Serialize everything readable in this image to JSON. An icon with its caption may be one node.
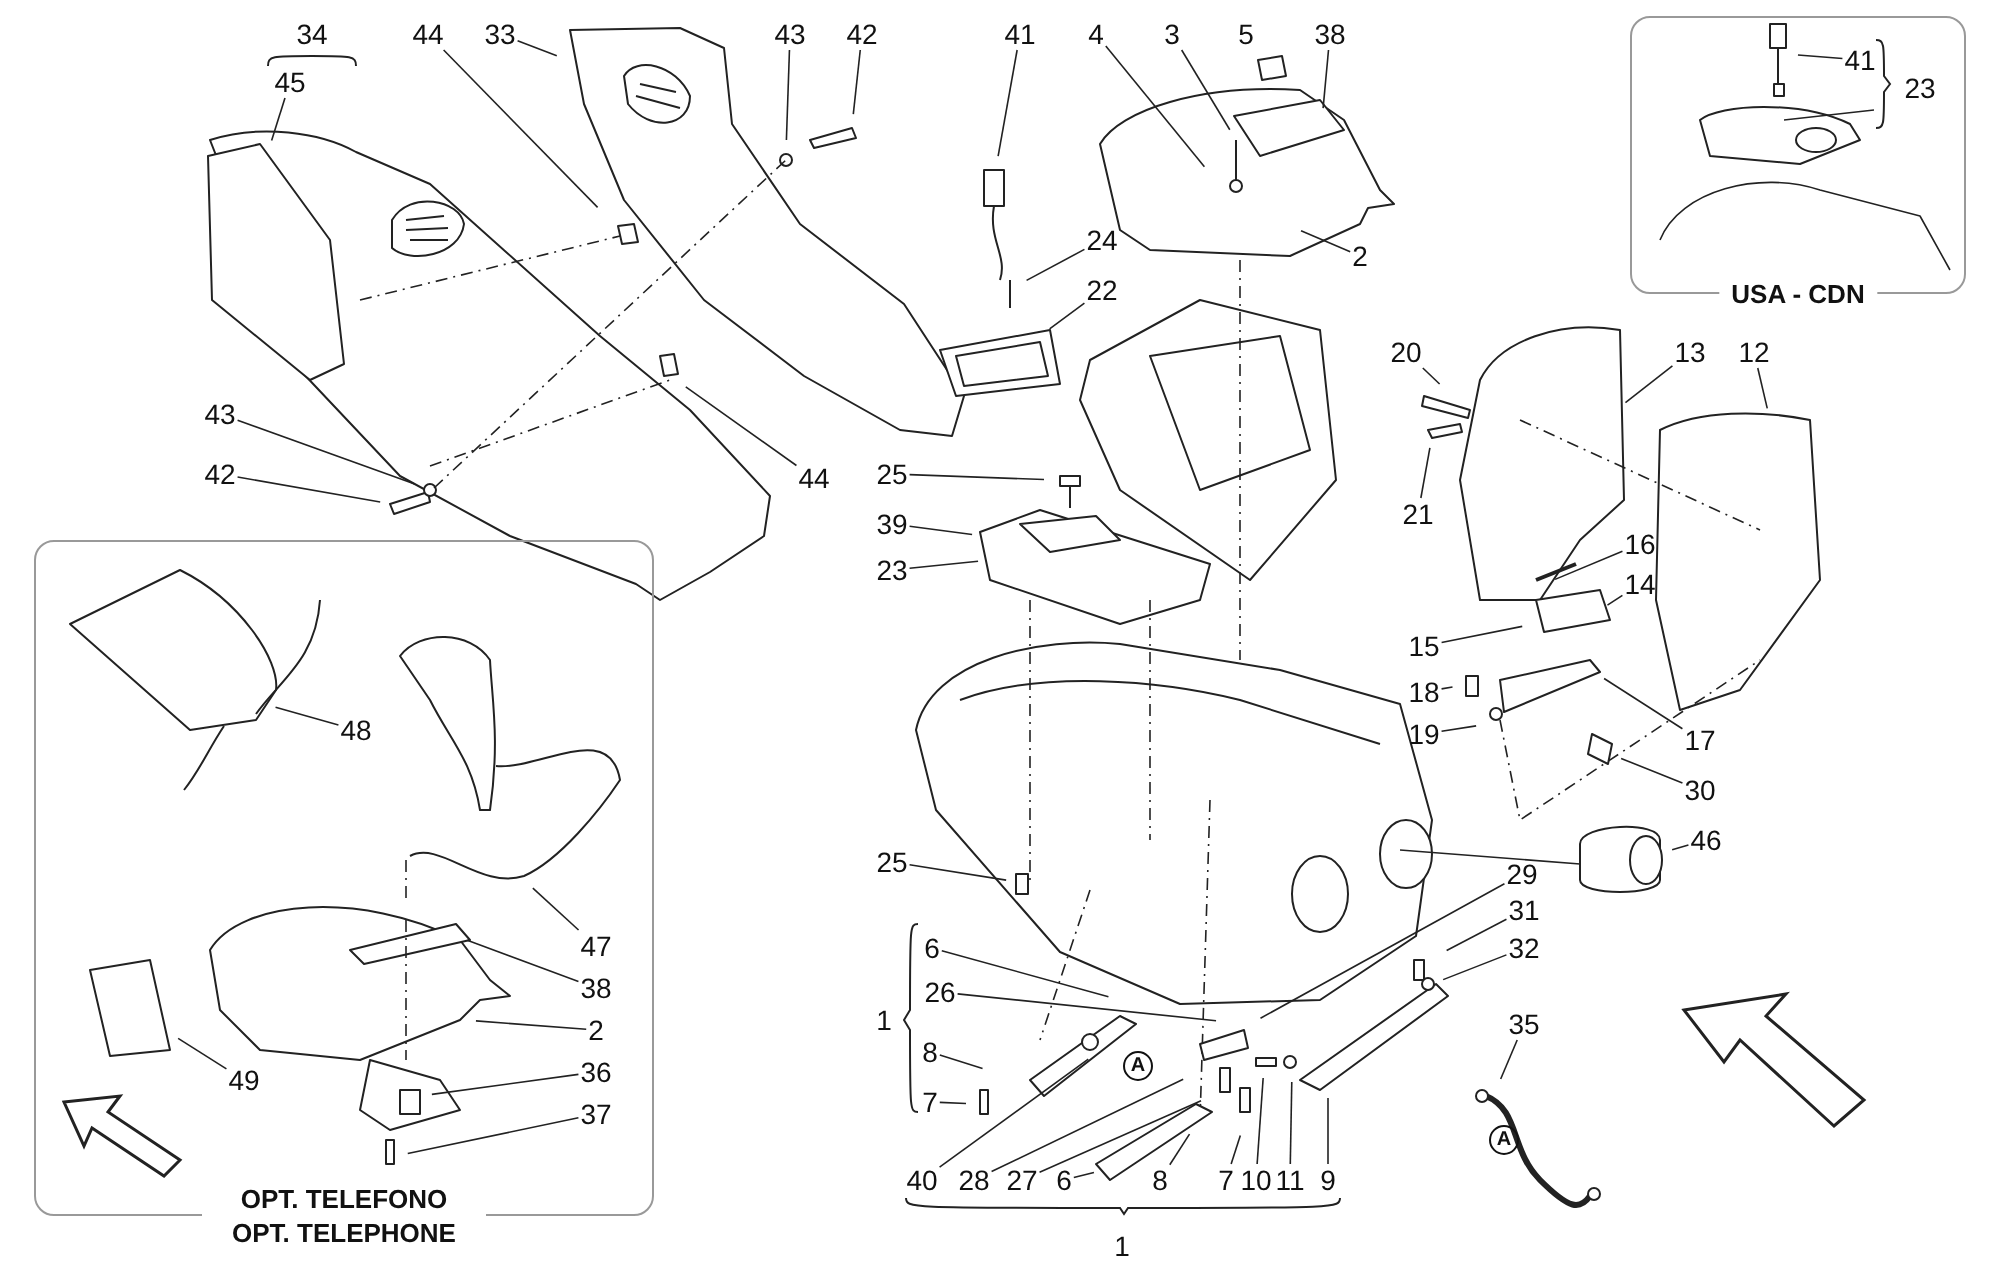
{
  "diagram": {
    "nodes": [
      {
        "text": [
          "OPT. TELEFONO OPT. TELEPHONE"
        ]
      },
      {
        "text": [
          "USA - CDN"
        ]
      },
      {
        "text": [
          "45"
        ]
      },
      {
        "text": [
          "44"
        ]
      },
      {
        "text": [
          "33"
        ]
      },
      {
        "text": [
          "43"
        ]
      },
      {
        "text": [
          "42"
        ]
      },
      {
        "text": [
          "41"
        ]
      },
      {
        "text": [
          "4"
        ]
      },
      {
        "text": [
          "3"
        ]
      },
      {
        "text": [
          "5"
        ]
      },
      {
        "text": [
          "38"
        ]
      },
      {
        "text": [
          "2"
        ]
      },
      {
        "text": [
          "24"
        ]
      },
      {
        "text": [
          "22"
        ]
      },
      {
        "text": [
          "20"
        ]
      },
      {
        "text": [
          "13"
        ]
      },
      {
        "text": [
          "12"
        ]
      },
      {
        "text": [
          "21"
        ]
      },
      {
        "text": [
          "16"
        ]
      },
      {
        "text": [
          "14"
        ]
      },
      {
        "text": [
          "15"
        ]
      },
      {
        "text": [
          "18"
        ]
      },
      {
        "text": [
          "19"
        ]
      },
      {
        "text": [
          "17"
        ]
      },
      {
        "text": [
          "30"
        ]
      },
      {
        "text": [
          "46"
        ]
      },
      {
        "text": [
          "43"
        ]
      },
      {
        "text": [
          "42"
        ]
      },
      {
        "text": [
          "44"
        ]
      },
      {
        "text": [
          "25"
        ]
      },
      {
        "text": [
          "39"
        ]
      },
      {
        "text": [
          "23"
        ]
      },
      {
        "text": [
          "25"
        ]
      },
      {
        "text": [
          "29"
        ]
      },
      {
        "text": [
          "31"
        ]
      },
      {
        "text": [
          "32"
        ]
      },
      {
        "text": [
          "35"
        ]
      },
      {
        "text": [
          "6"
        ]
      },
      {
        "text": [
          "26"
        ]
      },
      {
        "text": [
          "8"
        ]
      },
      {
        "text": [
          "7"
        ]
      },
      {
        "text": [
          "40"
        ]
      },
      {
        "text": [
          "28"
        ]
      },
      {
        "text": [
          "27"
        ]
      },
      {
        "text": [
          "6"
        ]
      },
      {
        "text": [
          "8"
        ]
      },
      {
        "text": [
          "7"
        ]
      },
      {
        "text": [
          "10"
        ]
      },
      {
        "text": [
          "11"
        ]
      },
      {
        "text": [
          "9"
        ]
      },
      {
        "text": [
          "48"
        ],
        "in": 0
      },
      {
        "text": [
          "47"
        ],
        "in": 0
      },
      {
        "text": [
          "38"
        ],
        "in": 0
      },
      {
        "text": [
          "2"
        ],
        "in": 0
      },
      {
        "text": [
          "36"
        ],
        "in": 0
      },
      {
        "text": [
          "37"
        ],
        "in": 0
      },
      {
        "text": [
          "49"
        ],
        "in": 0
      },
      {
        "text": [
          "41"
        ],
        "in": 1
      }
    ],
    "edges": [
      {
        "from": 2,
        "to": null,
        "arrow": "none"
      },
      {
        "from": 3,
        "to": null,
        "arrow": "none"
      },
      {
        "from": 4,
        "to": null,
        "arrow": "none"
      },
      {
        "from": 5,
        "to": null,
        "arrow": "none"
      },
      {
        "from": 6,
        "to": null,
        "arrow": "none"
      },
      {
        "from": 7,
        "to": null,
        "arrow": "none"
      },
      {
        "from": 8,
        "to": null,
        "arrow": "none"
      },
      {
        "from": 9,
        "to": null,
        "arrow": "none"
      },
      {
        "from": 11,
        "to": null,
        "arrow": "none"
      },
      {
        "from": 12,
        "to": null,
        "arrow": "none"
      },
      {
        "from": 13,
        "to": null,
        "arrow": "none"
      },
      {
        "from": 14,
        "to": null,
        "arrow": "none"
      },
      {
        "from": 15,
        "to": null,
        "arrow": "none"
      },
      {
        "from": 16,
        "to": null,
        "arrow": "none"
      },
      {
        "from": 17,
        "to": null,
        "arrow": "none"
      },
      {
        "from": 18,
        "to": null,
        "arrow": "none"
      },
      {
        "from": 19,
        "to": null,
        "arrow": "none"
      },
      {
        "from": 20,
        "to": null,
        "arrow": "none"
      },
      {
        "from": 21,
        "to": null,
        "arrow": "none"
      },
      {
        "from": 22,
        "to": null,
        "arrow": "none"
      },
      {
        "from": 23,
        "to": null,
        "arrow": "none"
      },
      {
        "from": 24,
        "to": null,
        "arrow": "none"
      },
      {
        "from": 25,
        "to": null,
        "arrow": "none"
      },
      {
        "from": 26,
        "to": null,
        "arrow": "none"
      },
      {
        "from": 27,
        "to": null,
        "arrow": "none"
      },
      {
        "from": 28,
        "to": null,
        "arrow": "none"
      },
      {
        "from": 29,
        "to": null,
        "arrow": "none"
      },
      {
        "from": 30,
        "to": null,
        "arrow": "none"
      },
      {
        "from": 31,
        "to": null,
        "arrow": "none"
      },
      {
        "from": 32,
        "to": null,
        "arrow": "none"
      },
      {
        "from": 33,
        "to": null,
        "arrow": "none"
      },
      {
        "from": 34,
        "to": null,
        "arrow": "none"
      },
      {
        "from": 35,
        "to": null,
        "arrow": "none"
      },
      {
        "from": 36,
        "to": null,
        "arrow": "none"
      },
      {
        "from": 37,
        "to": null,
        "arrow": "none"
      },
      {
        "from": 38,
        "to": null,
        "arrow": "none"
      },
      {
        "from": 39,
        "to": null,
        "arrow": "none"
      },
      {
        "from": 40,
        "to": null,
        "arrow": "none"
      },
      {
        "from": 41,
        "to": null,
        "arrow": "none"
      },
      {
        "from": 42,
        "to": null,
        "arrow": "none"
      },
      {
        "from": 43,
        "to": null,
        "arrow": "none"
      },
      {
        "from": 44,
        "to": null,
        "arrow": "none"
      },
      {
        "from": 45,
        "to": null,
        "arrow": "none"
      },
      {
        "from": 46,
        "to": null,
        "arrow": "none"
      },
      {
        "from": 47,
        "to": null,
        "arrow": "none"
      },
      {
        "from": 48,
        "to": null,
        "arrow": "none"
      },
      {
        "from": 49,
        "to": null,
        "arrow": "none"
      },
      {
        "from": 50,
        "to": null,
        "arrow": "none"
      },
      {
        "from": 51,
        "to": null,
        "arrow": "none"
      },
      {
        "from": 52,
        "to": null,
        "arrow": "none"
      },
      {
        "from": 53,
        "to": null,
        "arrow": "none"
      },
      {
        "from": 54,
        "to": null,
        "arrow": "none"
      },
      {
        "from": 55,
        "to": null,
        "arrow": "none"
      },
      {
        "from": 56,
        "to": null,
        "arrow": "none"
      },
      {
        "from": 57,
        "to": null,
        "arrow": "none"
      },
      {
        "from": 58,
        "to": null,
        "arrow": "none"
      }
    ],
    "labels": [
      "34",
      "23",
      "1",
      "A",
      "A",
      "1"
    ]
  }
}
